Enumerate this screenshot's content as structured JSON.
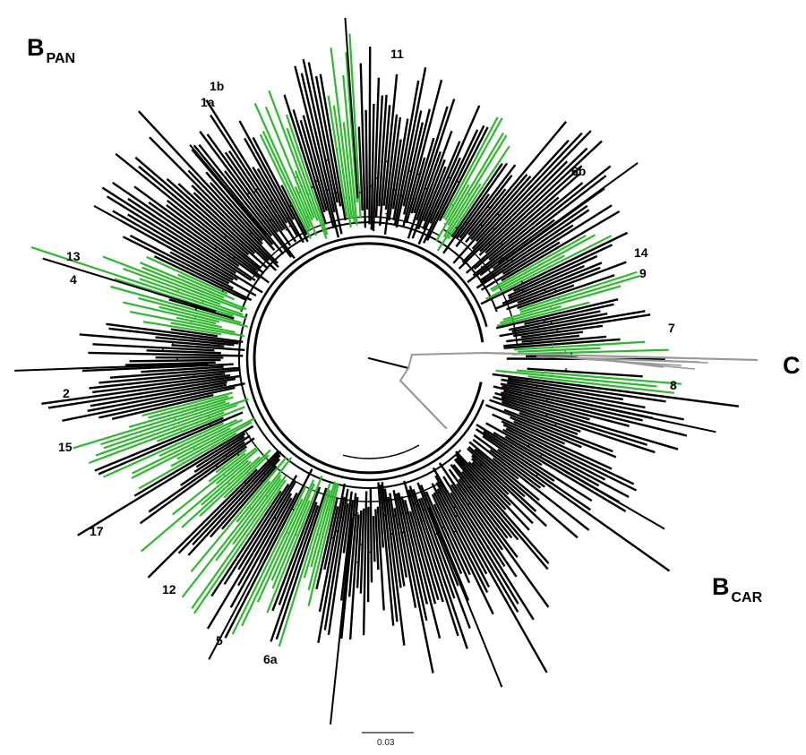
{
  "figure": {
    "group_labels": {
      "b_pan_main": "B",
      "b_pan_sub": "PAN",
      "b_car_main": "B",
      "b_car_sub": "CAR",
      "c": "C"
    },
    "clade_labels": [
      "11",
      "1b",
      "1a",
      "6b",
      "14",
      "9",
      "7",
      "8",
      "13",
      "4",
      "2",
      "15",
      "17",
      "12",
      "5",
      "6a"
    ],
    "scale_bar_label": "0.03",
    "colors": {
      "branch": "#000000",
      "highlight": "#2db82d",
      "outgroup": "#999999",
      "background": "#ffffff"
    },
    "layout": "circular-phylogenetic-tree"
  }
}
